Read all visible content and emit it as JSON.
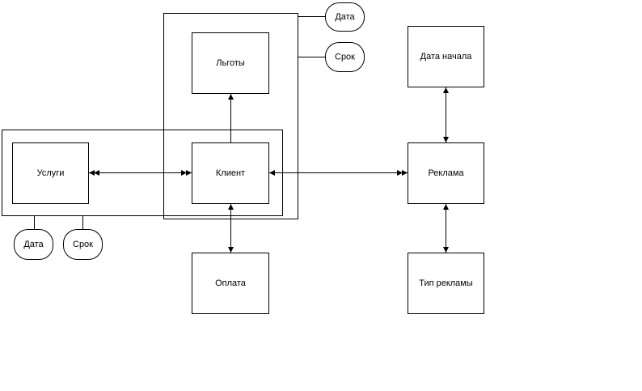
{
  "entities": {
    "lgoty": "Льготы",
    "uslugi": "Услуги",
    "klient": "Клиент",
    "oplata": "Оплата",
    "reklama": "Реклама",
    "data_nachala": "Дата начала",
    "tip_reklamy": "Тип рекламы"
  },
  "attributes": {
    "top_data": "Дата",
    "top_srok": "Срок",
    "bottom_data": "Дата",
    "bottom_srok": "Срок"
  }
}
